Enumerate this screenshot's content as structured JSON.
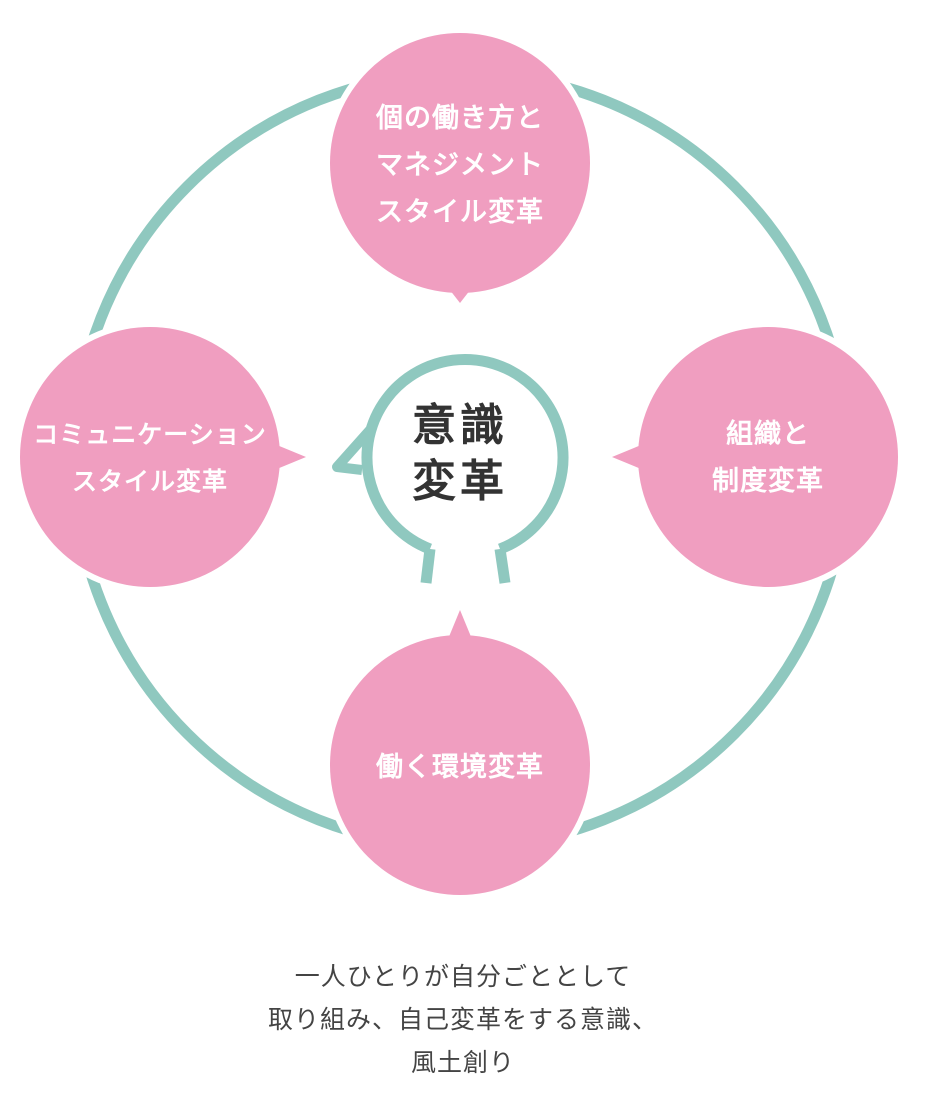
{
  "colors": {
    "ring": "#8fc8bf",
    "bubble": "#f09ec0",
    "bubble_text": "#ffffff",
    "center_text": "#333333",
    "caption_text": "#444444"
  },
  "center": {
    "lines": [
      "意識",
      "変革"
    ]
  },
  "nodes": {
    "top": {
      "lines": [
        "個の働き方と",
        "マネジメント",
        "スタイル変革"
      ]
    },
    "left": {
      "lines": [
        "コミュニケーション",
        "スタイル変革"
      ]
    },
    "right": {
      "lines": [
        "組織と",
        "制度変革"
      ]
    },
    "bottom": {
      "lines": [
        "働く環境変革"
      ]
    }
  },
  "caption": {
    "lines": [
      "一人ひとりが自分ごととして",
      "取り組み、自己変革をする意識、",
      "風土創り"
    ]
  }
}
